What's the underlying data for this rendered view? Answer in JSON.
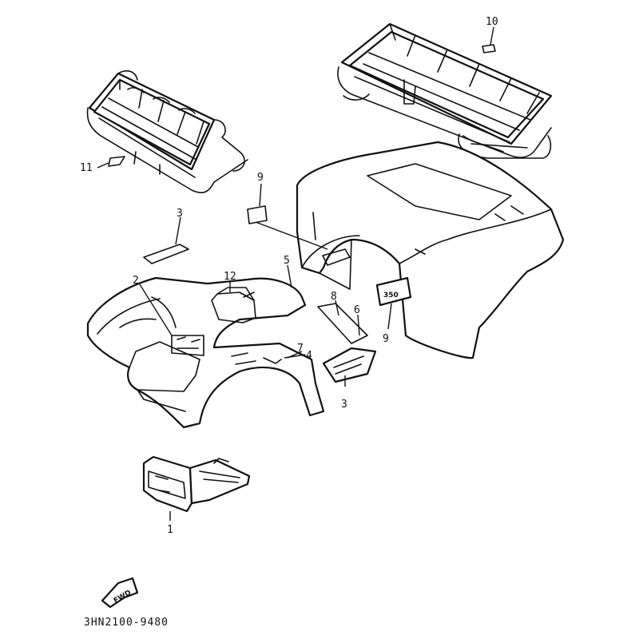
{
  "diagram": {
    "callouts": {
      "c1": "1",
      "c2": "2",
      "c3a": "3",
      "c3b": "3",
      "c4": "4",
      "c5": "5",
      "c6": "6",
      "c7": "7",
      "c8": "8",
      "c9a": "9",
      "c9b": "9",
      "c10": "10",
      "c11": "11",
      "c12": "12"
    },
    "fwd_arrow_text": "FWD",
    "emblem_text": "350",
    "part_code": "3HN2100-9480"
  }
}
